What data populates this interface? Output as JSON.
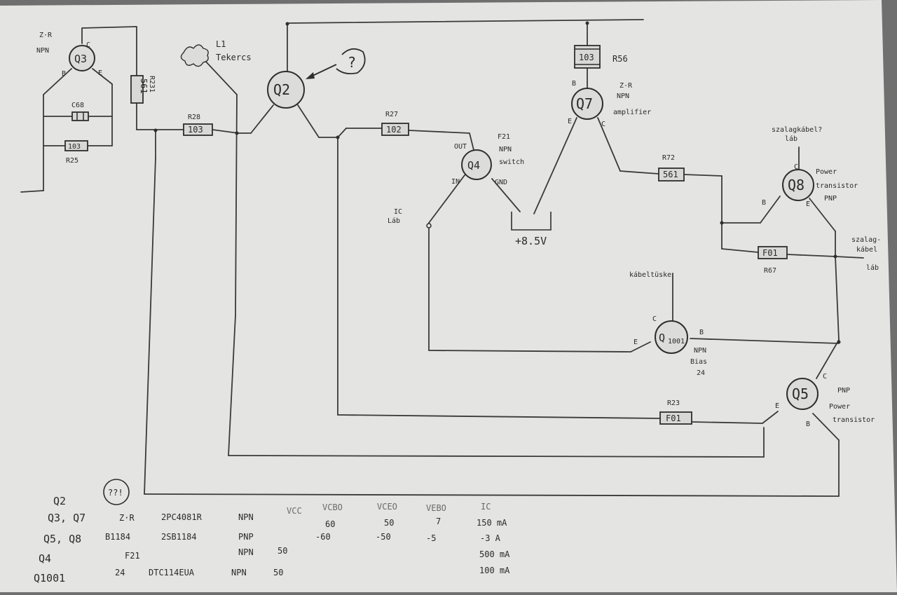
{
  "q2": {
    "name": "Q2",
    "note": "?"
  },
  "q3": {
    "name": "Q3",
    "maker": "Z·R",
    "type": "NPN",
    "c": "C",
    "b": "B",
    "e": "E"
  },
  "q4": {
    "name": "Q4",
    "label": "F21",
    "type": "NPN",
    "role": "switch",
    "out": "OUT",
    "in": "IN",
    "gnd": "GND"
  },
  "q7": {
    "name": "Q7",
    "maker": "Z·R",
    "type": "NPN",
    "role": "amplifier",
    "b": "B",
    "e": "E",
    "c": "C"
  },
  "q8": {
    "name": "Q8",
    "role": "Power",
    "role2": "transistor",
    "type": "PNP",
    "c": "C",
    "b": "B",
    "e": "E",
    "note1": "szalagkábel?",
    "note2": "láb"
  },
  "q5": {
    "name": "Q5",
    "type": "PNP",
    "role": "Power",
    "role2": "transistor",
    "c": "C",
    "e": "E",
    "b": "B"
  },
  "q1001": {
    "name": "Q",
    "sub": "1001",
    "c": "C",
    "e": "E",
    "b": "B",
    "type": "NPN",
    "role": "Bias",
    "val": "24",
    "note": "kábeltüske"
  },
  "resistors": {
    "r231": {
      "label": "R231",
      "code": "561"
    },
    "r228": {
      "label": "R28",
      "code": "103"
    },
    "r227": {
      "label": "R27",
      "code": "102"
    },
    "r256": {
      "label": "R56",
      "code": "103"
    },
    "r272": {
      "label": "R72",
      "code": "561"
    },
    "r267": {
      "label": "R67",
      "code": "F01"
    },
    "r223": {
      "label": "R23",
      "code": "F01"
    },
    "r225": {
      "label": "R25",
      "code": "103"
    },
    "c68": {
      "label": "C68"
    }
  },
  "l1": {
    "name": "L1",
    "desc": "Tekercs"
  },
  "ic": {
    "line1": "IC",
    "line2": "Láb"
  },
  "supply": {
    "label": "+8.5V"
  },
  "ribbon": {
    "line1": "szalag-",
    "line2": "kábel",
    "line3": "láb"
  },
  "table": {
    "mark": "??!",
    "headers": [
      "VCC",
      "VCBO",
      "VCEO",
      "VEBO",
      "IC"
    ],
    "rows": [
      {
        "id": "Q2",
        "maker": "",
        "part": "",
        "type": "",
        "vcc": "",
        "vcbo": "",
        "vceo": "",
        "vebo": "",
        "ic": ""
      },
      {
        "id": "Q3, Q7",
        "maker": "Z·R",
        "part": "2PC4081R",
        "type": "NPN",
        "vcc": "",
        "vcbo": "60",
        "vceo": "50",
        "vebo": "7",
        "ic": "150 mA"
      },
      {
        "id": "Q5, Q8",
        "maker": "B1184",
        "part": "2SB1184",
        "type": "PNP",
        "vcc": "",
        "vcbo": "-60",
        "vceo": "-50",
        "vebo": "-5",
        "ic": "-3 A"
      },
      {
        "id": "Q4",
        "maker": "F21",
        "part": "",
        "type": "NPN",
        "vcc": "50",
        "vcbo": "",
        "vceo": "",
        "vebo": "",
        "ic": "500 mA"
      },
      {
        "id": "Q1001",
        "maker": "24",
        "part": "DTC114EUA",
        "type": "NPN",
        "vcc": "50",
        "vcbo": "",
        "vceo": "",
        "vebo": "",
        "ic": "100 mA"
      }
    ]
  }
}
